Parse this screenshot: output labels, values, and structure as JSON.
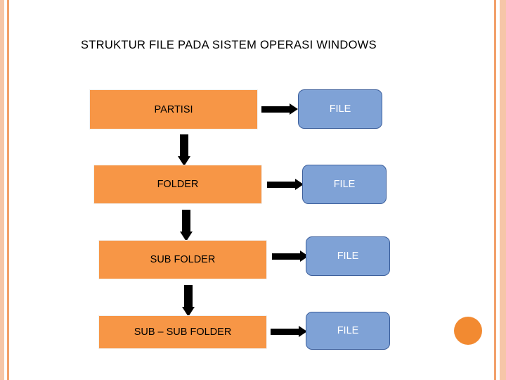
{
  "slide": {
    "title": "STRUKTUR FILE PADA SISTEM OPERASI WINDOWS",
    "background_color": "#ffffff",
    "accent_color": "#f28a31",
    "orange_box_color": "#f79646",
    "blue_box_color": "#7fa2d6",
    "arrow_color": "#000000"
  },
  "hierarchy": [
    {
      "label": "PARTISI"
    },
    {
      "label": "FOLDER"
    },
    {
      "label": "SUB FOLDER"
    },
    {
      "label": "SUB – SUB FOLDER"
    }
  ],
  "files": [
    {
      "label": "FILE"
    },
    {
      "label": "FILE"
    },
    {
      "label": "FILE"
    },
    {
      "label": "FILE"
    }
  ],
  "connectors": {
    "down_label": "arrow-down",
    "right_label": "arrow-right"
  }
}
